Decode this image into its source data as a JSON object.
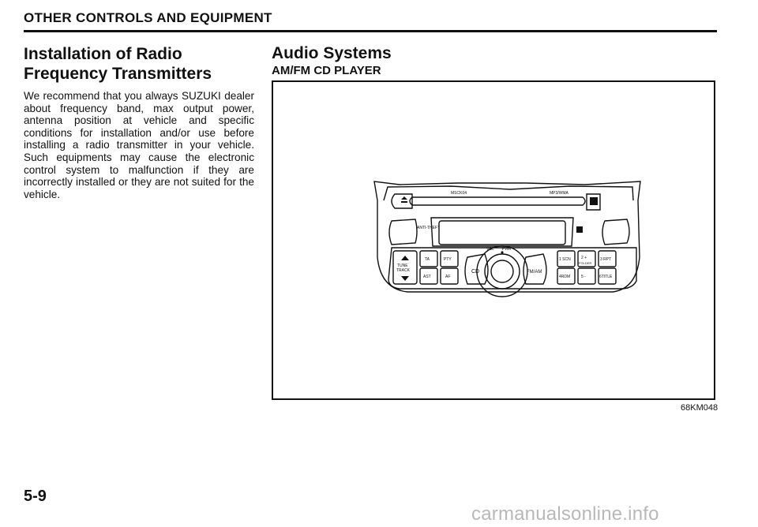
{
  "header": {
    "section_title": "OTHER CONTROLS AND EQUIPMENT"
  },
  "left": {
    "heading_line1": "Installation of Radio",
    "heading_line2": "Frequency Transmitters",
    "body": "We recommend that you always SUZUKI dealer about frequency band, max output power, antenna position at vehicle and specific conditions for installation and/or use before installing a radio transmitter in your vehicle. Such equipments may cause the electronic control system to malfunction if they are incorrectly installed or they are not suited for the vehicle."
  },
  "right": {
    "heading": "Audio Systems",
    "subheading": "AM/FM CD PLAYER"
  },
  "radio": {
    "model_label": "MSCK04",
    "format_label": "MP3/WMA",
    "anti_theft": "ANTI-THEFT",
    "vol_label": "VOL",
    "pwr_label": "PWR",
    "tune_label": "TUNE",
    "track_label": "TRACK",
    "ta_label": "TA",
    "ast_label": "AST",
    "pty_label": "PTY",
    "af_label": "AF",
    "cd_label": "CD",
    "fmam_label": "FM/AM",
    "p1_label": "1 SCN",
    "p2_label": "2 +",
    "folder_label": "FOLDER",
    "p3_label": "3 RPT",
    "p4_label": "4RDM",
    "p5_label": "5 -",
    "p6_label": "6TITLE"
  },
  "figure_code": "68KM048",
  "page_number": "5-9",
  "watermark": "carmanualsonline.info"
}
